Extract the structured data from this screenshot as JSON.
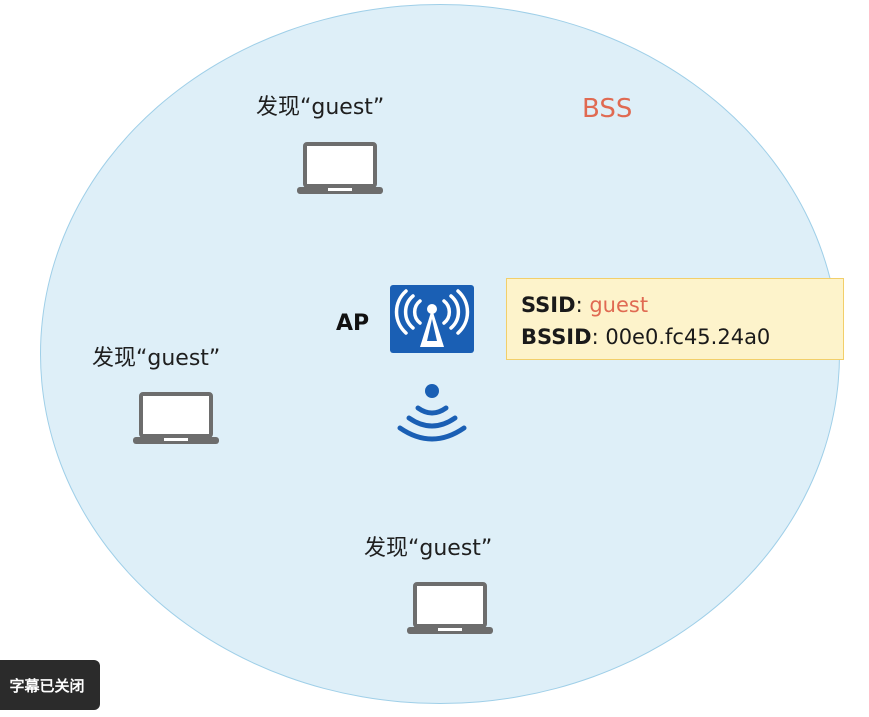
{
  "diagram": {
    "bss_label": "BSS",
    "stations": [
      {
        "found_label": "发现“guest”"
      },
      {
        "found_label": "发现“guest”"
      },
      {
        "found_label": "发现“guest”"
      }
    ],
    "ap": {
      "label": "AP",
      "icon": "wireless-access-point-icon",
      "broadcast_icon": "wifi-broadcast-icon"
    },
    "info_box": {
      "ssid_key": "SSID",
      "ssid_value": "guest",
      "bssid_key": "BSSID",
      "bssid_value": "00e0.fc45.24a0",
      "separator": ": "
    },
    "colors": {
      "bss_fill": "#deeff8",
      "bss_border": "#9fcfe8",
      "accent_red": "#e06a52",
      "ap_blue": "#1a5fb4",
      "laptop_gray": "#6d6d6d",
      "info_bg": "#fdf3cb",
      "info_border": "#f2cf6a"
    }
  },
  "caption_toast": {
    "text": "字幕已关闭"
  }
}
